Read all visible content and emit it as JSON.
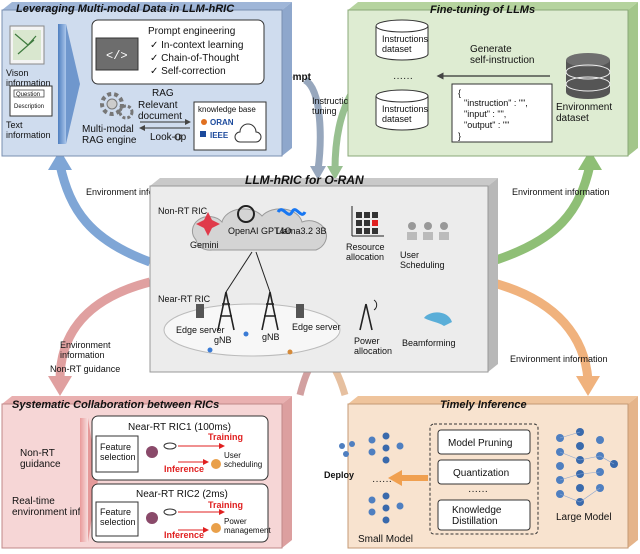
{
  "panels": {
    "multimodal": {
      "title": "Leveraging Multi-modal Data in LLM-hRIC",
      "vision_label": "Vison information",
      "text_label": "Text information",
      "question": "Question",
      "description": "Description",
      "prompt_title": "Prompt engineering",
      "prompt_items": [
        "✓ In-context learning",
        "✓ Chain-of-Thought",
        "✓ Self-correction"
      ],
      "rag_label": "RAG",
      "relevant_document": "Relevant document",
      "lookup": "Look-up",
      "kb_label": "knowledge base",
      "kb_items": [
        "ORAN",
        "IEEE"
      ],
      "engine_label": "Multi-modal RAG engine"
    },
    "finetune": {
      "title": "Fine-tuning of LLMs",
      "dataset_label": "Instructions dataset",
      "dots": "······",
      "generate_label": "Generate self-instruction",
      "json_lines": [
        "{",
        "\"instruction\" : \"\",",
        "\"input\" : \"\",",
        "\"output\" : \"\"",
        "}"
      ],
      "env_dataset": "Environment dataset"
    },
    "center": {
      "title": "LLM-hRIC for O-RAN",
      "nonrt": "Non-RT RIC",
      "nearrt": "Near-RT RIC",
      "models": [
        "Gemini",
        "OpenAI GPT4O",
        "Llama3.2 3B"
      ],
      "resource": "Resource allocation",
      "user_sched": "User Scheduling",
      "edge_server": "Edge server",
      "gnb": "gNB",
      "power": "Power allocation",
      "beamforming": "Beamforming"
    },
    "collab": {
      "title": "Systematic Collaboration between RICs",
      "nonrt_guidance": "Non-RT guidance",
      "realtime_info": "Real-time environment information",
      "ric1": "Near-RT RIC1 (100ms)",
      "ric2": "Near-RT RIC2 (2ms)",
      "feature": "Feature selection",
      "training": "Training",
      "inference": "Inference",
      "user_sched": "User scheduling",
      "power_mgmt": "Power management"
    },
    "timely": {
      "title": "Timely Inference",
      "methods": [
        "Model Pruning",
        "Quantization",
        "Knowledge Distillation"
      ],
      "dots": "······",
      "large": "Large Model",
      "small": "Small Model",
      "small_dots": "······"
    }
  },
  "arrows": {
    "prompt": "Prompt",
    "instruction_tuning": "Instruction tuning",
    "env_info": "Environment information",
    "env_info_guidance": [
      "Environment information",
      "Non-RT guidance"
    ],
    "deploy": "Deploy"
  },
  "colors": {
    "blue_panel": "#cfdcee",
    "green_panel": "#deecd2",
    "center_panel": "#ececec",
    "pink_panel": "#f6d6d6",
    "peach_panel": "#f8e3cf",
    "red": "#e02020"
  }
}
